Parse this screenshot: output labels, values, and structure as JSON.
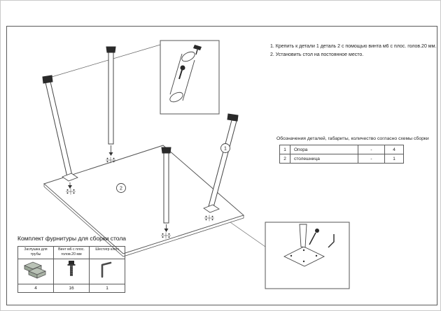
{
  "drawing": {
    "callout_1": "1",
    "callout_2": "2"
  },
  "instructions": {
    "line1": "1. Крепить к детали 1 деталь 2 с помощью винта м6 с плос. голов.20 мм.",
    "line2": "2. Установить стол на постоянное место."
  },
  "parts_table": {
    "caption": "Обозначения деталей, габариты, количество согласно схемы сборки",
    "rows": [
      {
        "num": "1",
        "name": "Опора",
        "dims": "-",
        "qty": "4"
      },
      {
        "num": "2",
        "name": "столешница",
        "dims": "-",
        "qty": "1"
      }
    ]
  },
  "hardware_kit": {
    "title": "Комплект фурнитуры для сборки стола",
    "columns": [
      {
        "label": "Заглушка для трубы",
        "qty": "4"
      },
      {
        "label": "Винт м6 с плос. голов.20 мм",
        "qty": "16"
      },
      {
        "label": "Шестигр ключ",
        "qty": "1"
      }
    ]
  }
}
